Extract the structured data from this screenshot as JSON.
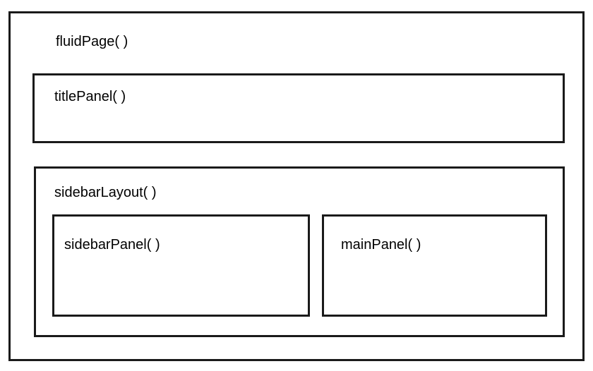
{
  "diagram": {
    "fluid_page": {
      "label": "fluidPage( )"
    },
    "title_panel": {
      "label": "titlePanel( )"
    },
    "sidebar_layout": {
      "label": "sidebarLayout( )"
    },
    "sidebar_panel": {
      "label": "sidebarPanel( )"
    },
    "main_panel": {
      "label": "mainPanel( )"
    }
  }
}
